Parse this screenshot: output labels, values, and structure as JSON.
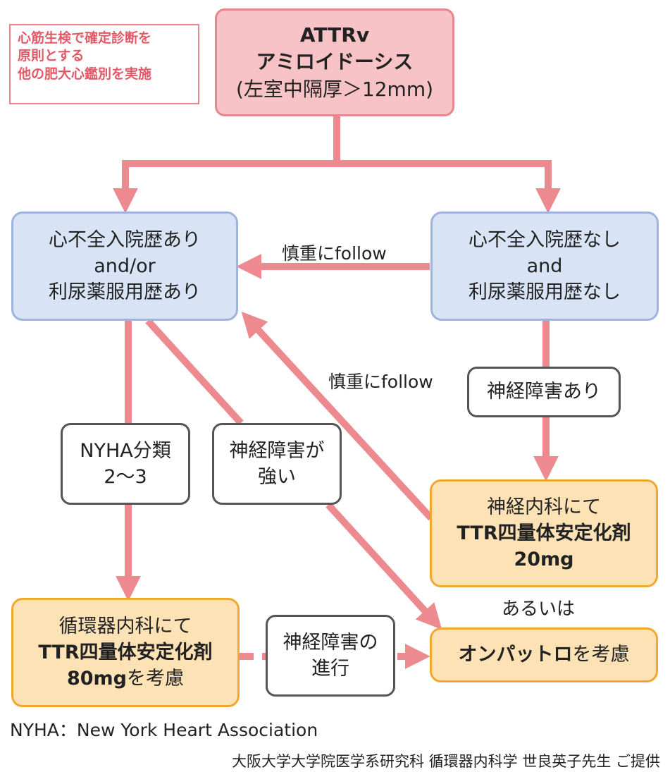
{
  "note": {
    "line1": "心筋生検で確定診断を",
    "line2": "原則とする",
    "line3": "他の肥大心鑑別を実施"
  },
  "top": {
    "line1": "ATTRv",
    "line2": "アミロイドーシス",
    "line3": "(左室中隔厚＞12mm)"
  },
  "left_box": {
    "line1": "心不全入院歴あり",
    "line2": "and/or",
    "line3": "利尿薬服用歴あり"
  },
  "right_box": {
    "line1": "心不全入院歴なし",
    "line2": "and",
    "line3": "利尿薬服用歴なし"
  },
  "follow_label_1": "慎重にfollow",
  "follow_label_2": "慎重にfollow",
  "nyha": {
    "line1": "NYHA分類",
    "line2": "2〜3"
  },
  "neuro_strong": {
    "line1": "神経障害が",
    "line2": "強い"
  },
  "neuro_present": "神経障害あり",
  "neuro_dept": {
    "line1": "神経内科にて",
    "line2": "TTR四量体安定化剤",
    "line3": "20mg"
  },
  "or_label": "あるいは",
  "cardio_dept": {
    "line1": "循環器内科にて",
    "line2": "TTR四量体安定化剤",
    "line3_bold": "80mg",
    "line3_rest": "を考慮"
  },
  "progress": {
    "line1": "神経障害の",
    "line2": "進行"
  },
  "onpattro": {
    "bold": "オンパットロ",
    "rest": "を考慮"
  },
  "footnote": "NYHA：New York Heart Association",
  "credit": "大阪大学大学院医学系研究科 循環器内科学 世良英子先生 ご提供",
  "colors": {
    "arrow": "#ec8a90",
    "pink_fill": "#f7c3c6",
    "blue_fill": "#d8e4f5",
    "orange_fill": "#fde2b6",
    "orange_border": "#f0a830"
  }
}
